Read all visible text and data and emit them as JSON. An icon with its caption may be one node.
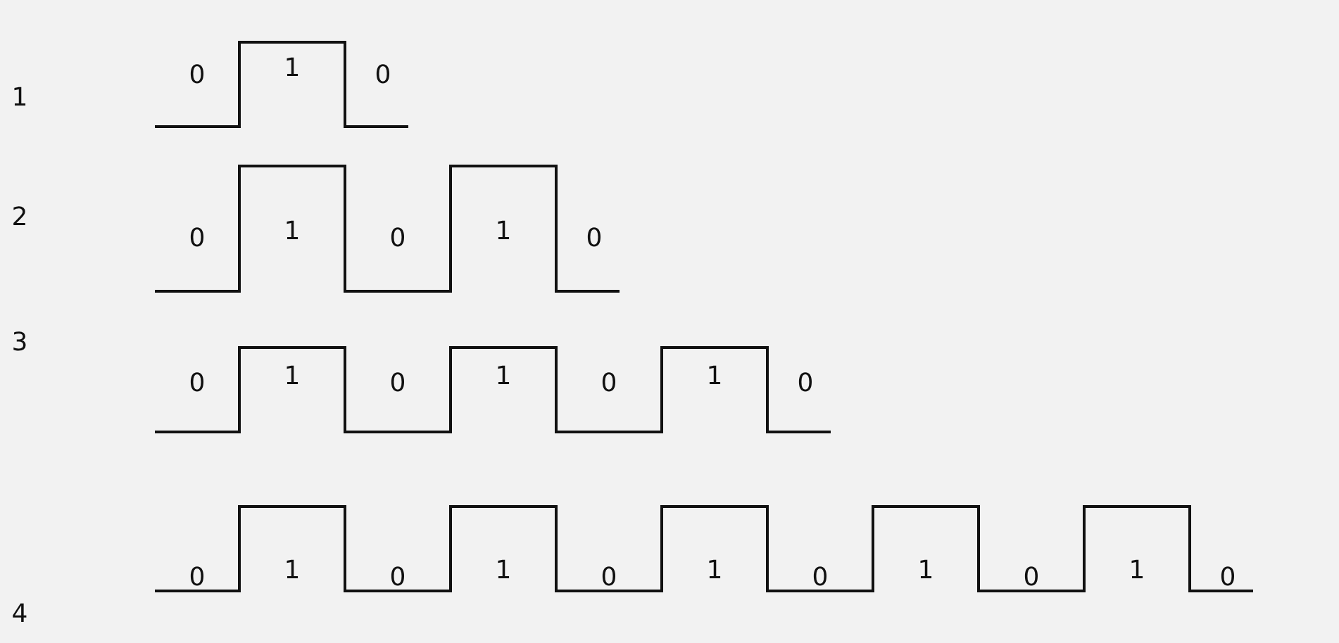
{
  "diagram": {
    "labels": [
      "1",
      "0",
      "1",
      "0",
      "2",
      "0",
      "1",
      "0",
      "1",
      "0",
      "3",
      "0",
      "1",
      "0",
      "1",
      "0",
      "1",
      "0",
      "4",
      "0",
      "1",
      "0",
      "1",
      "0",
      "1",
      "0",
      "1",
      "0",
      "1",
      "0"
    ]
  }
}
